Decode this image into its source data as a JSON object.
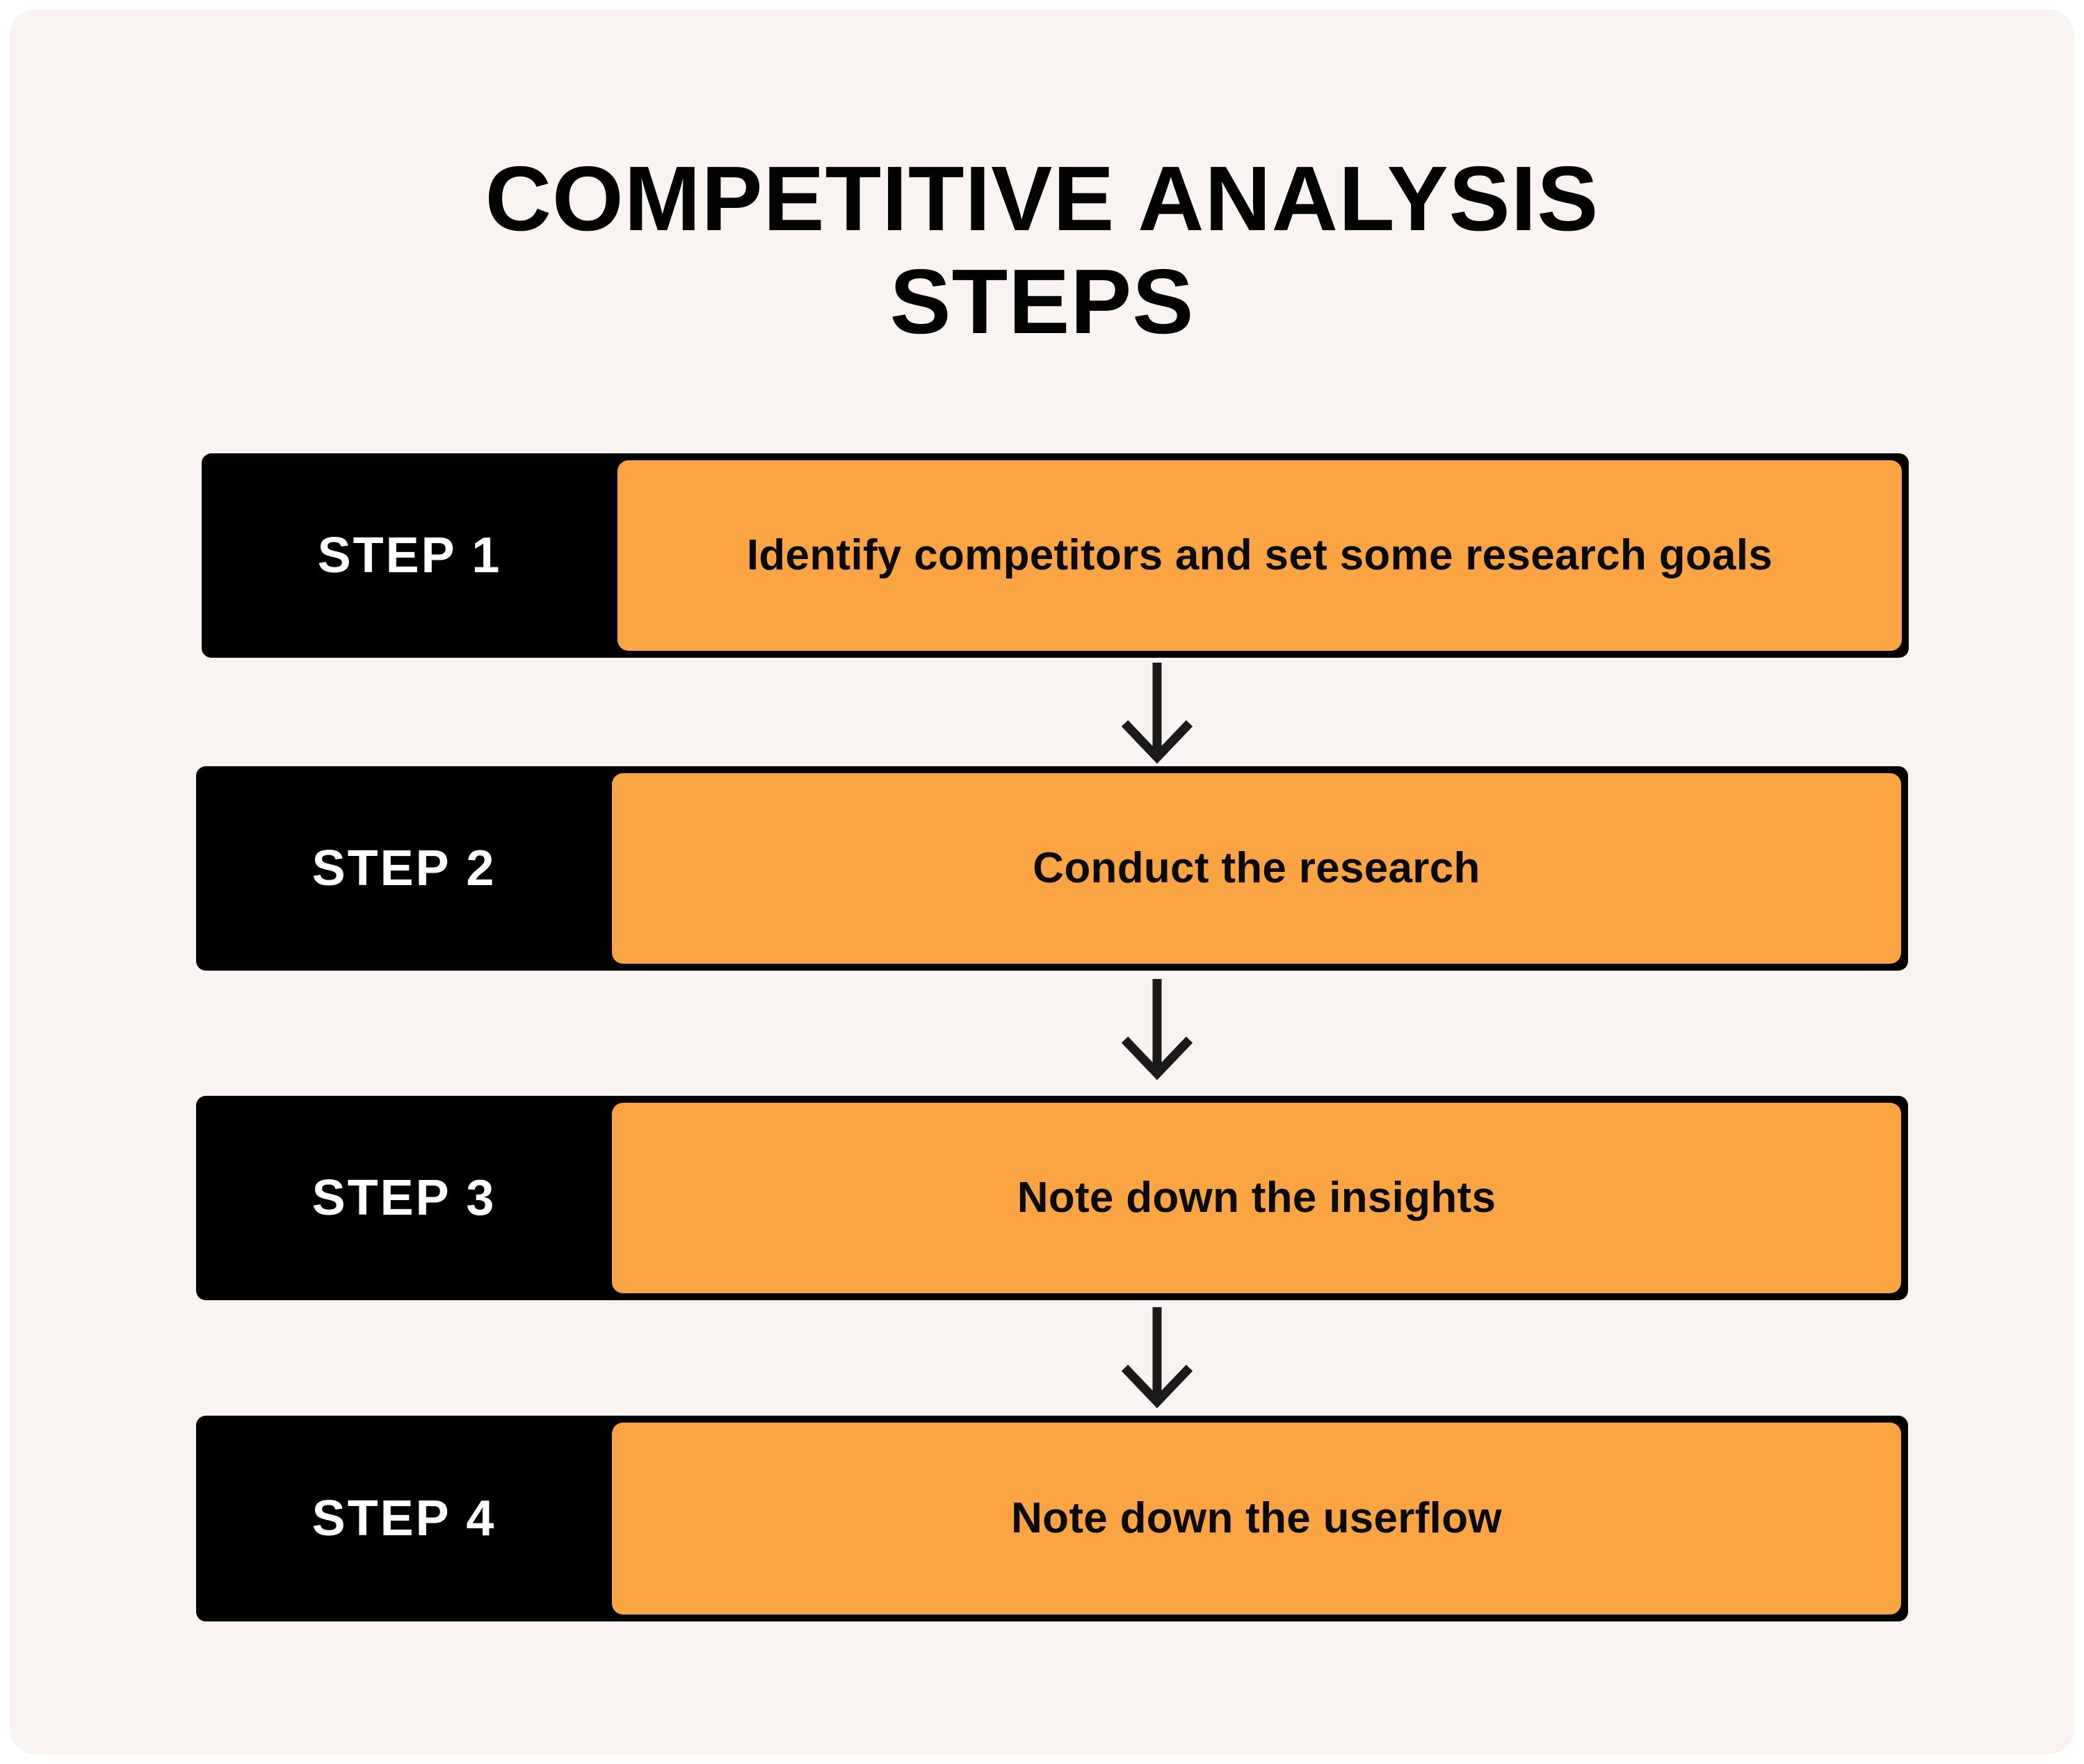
{
  "page": {
    "title_line1": "COMPETITIVE ANALYSIS",
    "title_line2": "STEPS",
    "background_color": "#f9f4f2",
    "outer_color": "#ffffff"
  },
  "theme": {
    "badge_color": "#000000",
    "panel_color": "#faa443",
    "badge_text_color": "#ffffff",
    "panel_text_color": "#0a0a0a",
    "arrow_color": "#1a1a1a"
  },
  "steps": [
    {
      "badge": "STEP 1",
      "text": "Identify competitors and set some research goals"
    },
    {
      "badge": "STEP 2",
      "text": "Conduct the research"
    },
    {
      "badge": "STEP 3",
      "text": "Note down the insights"
    },
    {
      "badge": "STEP 4",
      "text": "Note down the userflow"
    }
  ],
  "connectors": [
    {
      "name": "arrow-step1-to-step2"
    },
    {
      "name": "arrow-step2-to-step3"
    },
    {
      "name": "arrow-step3-to-step4"
    }
  ]
}
